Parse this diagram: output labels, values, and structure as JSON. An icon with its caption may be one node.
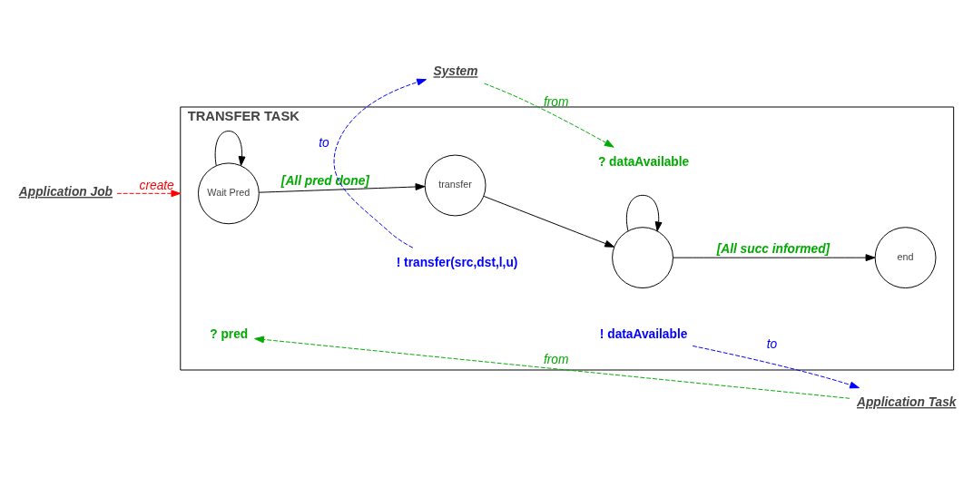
{
  "diagram": {
    "nodes": [
      {
        "text": [
          "TRANSFER TASK"
        ]
      },
      {
        "text": [
          "Wait Pred"
        ],
        "in": 0
      },
      {
        "text": [
          "transfer"
        ],
        "in": 0
      },
      {
        "text": [],
        "shape": "circle",
        "in": 0
      },
      {
        "text": [
          "end"
        ],
        "in": 0
      },
      {
        "text": [
          "Application Job"
        ]
      },
      {
        "text": [
          "Application Task"
        ]
      },
      {
        "text": [
          "System"
        ]
      },
      {
        "text": [
          "? pred"
        ],
        "in": 0
      },
      {
        "text": [
          "! transfer(src,dst,l,u)"
        ],
        "in": 0
      },
      {
        "text": [
          "? dataAvailable"
        ],
        "in": 0
      },
      {
        "text": [
          "! dataAvailable"
        ],
        "in": 0
      }
    ],
    "edges": [
      {
        "from": 1,
        "to": 1,
        "arrow": "to"
      },
      {
        "from": 1,
        "to": 2,
        "arrow": "to",
        "label": "[All pred done]"
      },
      {
        "from": 2,
        "to": 3,
        "arrow": "to"
      },
      {
        "from": 3,
        "to": 3,
        "arrow": "to"
      },
      {
        "from": 3,
        "to": 4,
        "arrow": "to",
        "label": "[All succ informed]"
      },
      {
        "from": 5,
        "to": 0,
        "arrow": "to",
        "label": "create",
        "style": "dashed",
        "color": "#ff0000"
      },
      {
        "from": 6,
        "to": 8,
        "arrow": "to",
        "label": "from",
        "style": "dashed",
        "color": "#00aa00"
      },
      {
        "from": 9,
        "to": 7,
        "arrow": "to",
        "label": "to",
        "style": "dashed",
        "color": "#0000ff"
      },
      {
        "from": 7,
        "to": 10,
        "arrow": "to",
        "label": "from",
        "style": "dashed",
        "color": "#00aa00"
      },
      {
        "from": 11,
        "to": 6,
        "arrow": "to",
        "label": "to",
        "style": "dashed",
        "color": "#0000ff"
      }
    ]
  }
}
